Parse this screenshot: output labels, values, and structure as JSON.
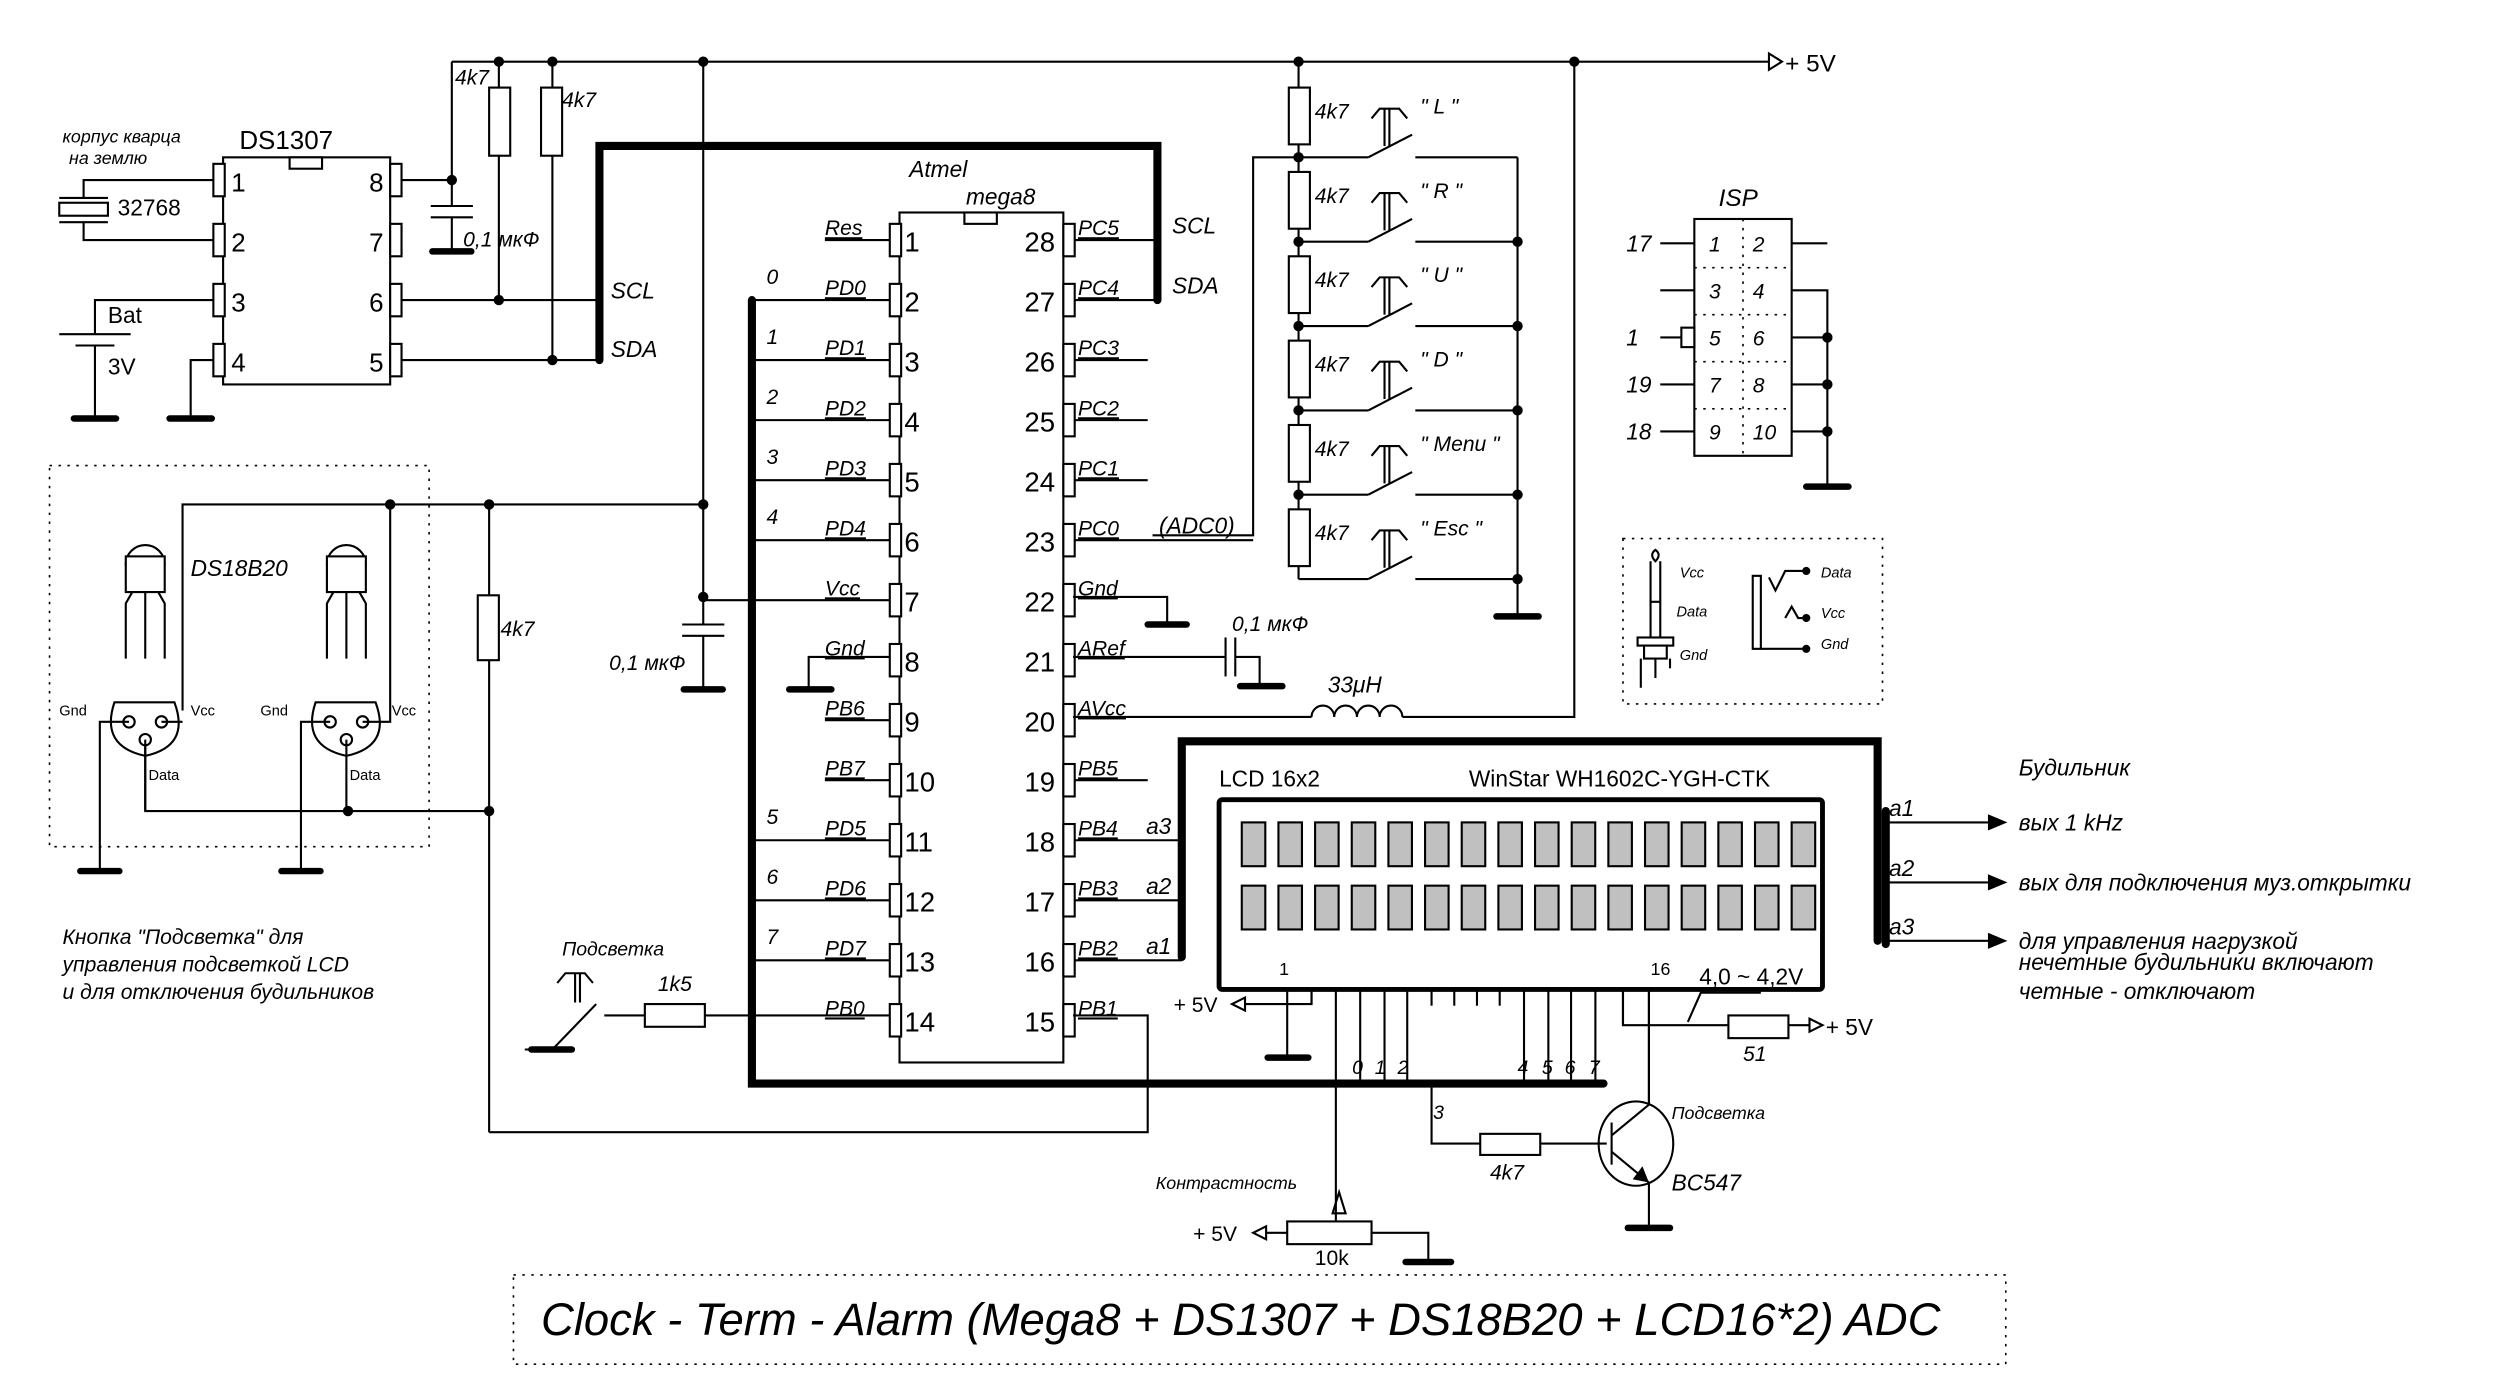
{
  "title": "Clock - Term - Alarm (Mega8 + DS1307 + DS18B20 + LCD16*2) ADC",
  "power": {
    "vcc_label": "+ 5V"
  },
  "rtc": {
    "name": "DS1307",
    "crystal_note_line1": "корпус кварца",
    "crystal_note_line2": "на землю",
    "crystal_value": "32768",
    "battery_label": "Bat",
    "battery_voltage": "3V",
    "pins_left": [
      "1",
      "2",
      "3",
      "4"
    ],
    "pins_right": [
      "8",
      "7",
      "6",
      "5"
    ],
    "pullup1": "4k7",
    "pullup2": "4k7",
    "decoupling_cap": "0,1 мкФ",
    "scl_label": "SCL",
    "sda_label": "SDA"
  },
  "mcu": {
    "vendor": "Atmel",
    "model": "mega8",
    "left_pins": [
      {
        "num": "1",
        "name": "Res",
        "bus": ""
      },
      {
        "num": "2",
        "name": "PD0",
        "bus": "0"
      },
      {
        "num": "3",
        "name": "PD1",
        "bus": "1"
      },
      {
        "num": "4",
        "name": "PD2",
        "bus": "2"
      },
      {
        "num": "5",
        "name": "PD3",
        "bus": "3"
      },
      {
        "num": "6",
        "name": "PD4",
        "bus": "4"
      },
      {
        "num": "7",
        "name": "Vcc",
        "bus": ""
      },
      {
        "num": "8",
        "name": "Gnd",
        "bus": ""
      },
      {
        "num": "9",
        "name": "PB6",
        "bus": ""
      },
      {
        "num": "10",
        "name": "PB7",
        "bus": ""
      },
      {
        "num": "11",
        "name": "PD5",
        "bus": "5"
      },
      {
        "num": "12",
        "name": "PD6",
        "bus": "6"
      },
      {
        "num": "13",
        "name": "PD7",
        "bus": "7"
      },
      {
        "num": "14",
        "name": "PB0",
        "bus": ""
      }
    ],
    "right_pins": [
      {
        "num": "28",
        "name": "PC5",
        "note": "SCL"
      },
      {
        "num": "27",
        "name": "PC4",
        "note": "SDA"
      },
      {
        "num": "26",
        "name": "PC3",
        "note": ""
      },
      {
        "num": "25",
        "name": "PC2",
        "note": ""
      },
      {
        "num": "24",
        "name": "PC1",
        "note": ""
      },
      {
        "num": "23",
        "name": "PC0",
        "note": "(ADC0)"
      },
      {
        "num": "22",
        "name": "Gnd",
        "note": ""
      },
      {
        "num": "21",
        "name": "ARef",
        "note": ""
      },
      {
        "num": "20",
        "name": "AVcc",
        "note": ""
      },
      {
        "num": "19",
        "name": "PB5",
        "note": ""
      },
      {
        "num": "18",
        "name": "PB4",
        "note": "a3"
      },
      {
        "num": "17",
        "name": "PB3",
        "note": "a2"
      },
      {
        "num": "16",
        "name": "PB2",
        "note": "a1"
      },
      {
        "num": "15",
        "name": "PB1",
        "note": ""
      }
    ],
    "vcc_cap": "0,1 мкФ",
    "aref_cap": "0,1 мкФ",
    "inductor": "33μH"
  },
  "keypad": {
    "resistor": "4k7",
    "buttons": [
      "\" L \"",
      "\" R \"",
      "\" U \"",
      "\" D \"",
      "\" Menu \"",
      "\" Esc \""
    ]
  },
  "isp": {
    "title": "ISP",
    "pins": [
      [
        "1",
        "2"
      ],
      [
        "3",
        "4"
      ],
      [
        "5",
        "6"
      ],
      [
        "7",
        "8"
      ],
      [
        "9",
        "10"
      ]
    ],
    "mcu_pins": [
      "17",
      "",
      "1",
      "19",
      "18"
    ]
  },
  "connector_legend": {
    "jack_labels": [
      "Vcc",
      "Data",
      "Gnd"
    ],
    "socket_labels": [
      "Data",
      "Vcc",
      "Gnd"
    ]
  },
  "sensors": {
    "name": "DS18B20",
    "pin_gnd": "Gnd",
    "pin_vcc": "Vcc",
    "pin_data": "Data",
    "pullup": "4k7",
    "note_line1": "Кнопка \"Подсветка\" для",
    "note_line2": "управления подсветкой LCD",
    "note_line3": "и для отключения будильников"
  },
  "backlight_button": {
    "label": "Подсветка",
    "resistor": "1k5"
  },
  "lcd": {
    "name": "LCD 16x2",
    "model": "WinStar WH1602C-YGH-CTK",
    "columns": 16,
    "rows": 2,
    "pin1": "1",
    "pin16": "16",
    "data_labels": [
      "0",
      "1",
      "2",
      "4",
      "5",
      "6",
      "7"
    ],
    "bus3_label": "3",
    "backlight_voltage": "4,0 ~ 4,2V",
    "backlight_resistor": "51",
    "contrast_label": "Контрастность",
    "contrast_pot": "10k",
    "transistor": "BC547",
    "transistor_note": "Подсветка",
    "base_resistor": "4k7"
  },
  "alarm": {
    "title": "Будильник",
    "outputs": [
      {
        "id": "a1",
        "text": "вых 1 kHz"
      },
      {
        "id": "a2",
        "text": "вых для подключения муз.открытки"
      },
      {
        "id": "a3",
        "text": "для управления нагрузкой"
      }
    ],
    "a3_line2": "нечетные будильники включают",
    "a3_line3": "четные - отключают"
  }
}
